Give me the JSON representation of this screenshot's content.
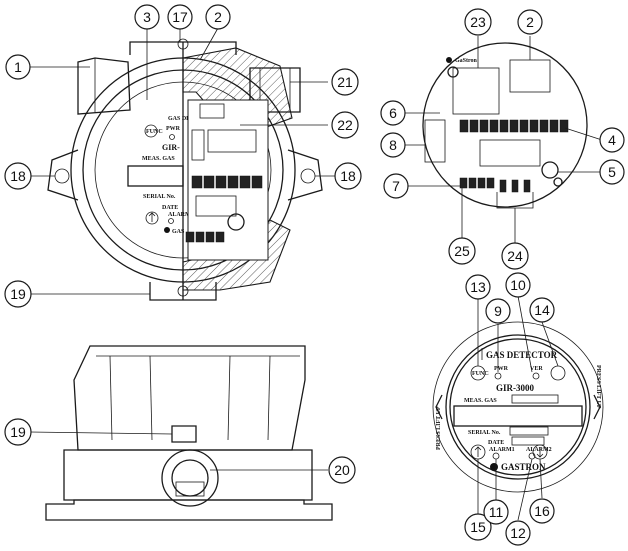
{
  "callouts": {
    "c1": "1",
    "c2a": "2",
    "c3": "3",
    "c17": "17",
    "c18a": "18",
    "c18b": "18",
    "c19a": "19",
    "c21": "21",
    "c22": "22",
    "c23": "23",
    "c2b": "2",
    "c6": "6",
    "c8": "8",
    "c4": "4",
    "c5": "5",
    "c7": "7",
    "c25": "25",
    "c24": "24",
    "c13": "13",
    "c9": "9",
    "c10": "10",
    "c14": "14",
    "c15": "15",
    "c11": "11",
    "c12": "12",
    "c16": "16",
    "c19b": "19",
    "c20": "20"
  },
  "front_view": {
    "gas_detector": "GAS DETECTOR",
    "gas_detector_partial": "GAS DET",
    "model": "GIR-3000",
    "model_partial": "GIR-",
    "meas_gas": "MEAS. GAS",
    "meas_gas_partial": "MEAS. GAS",
    "serial_no": "SERIAL No.",
    "date": "DATE",
    "alarm": "ALARM1",
    "alarm2": "ALARM2",
    "alarm_partial": "ALARM",
    "pwr": "PWR",
    "func": "FUNC",
    "ver": "VER",
    "brand": "GASTRON",
    "brand_partial": "GAS",
    "press_lift_up": "PRESS LIFT UP"
  },
  "pcb_view": {
    "brand": "GaStron"
  }
}
